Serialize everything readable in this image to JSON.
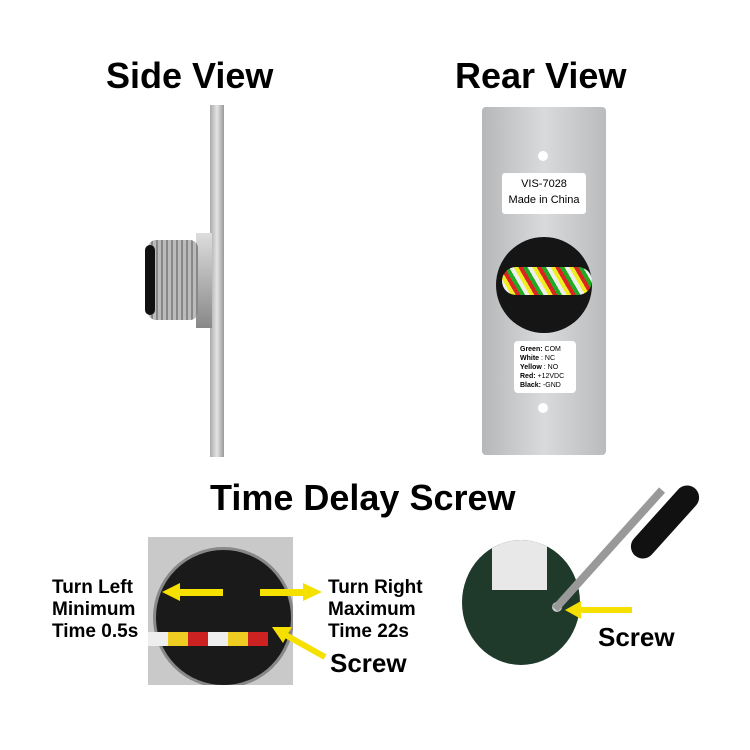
{
  "titles": {
    "side": "Side View",
    "rear": "Rear View",
    "delay": "Time Delay Screw"
  },
  "rear_label": {
    "model": "VIS-7028",
    "origin": "Made in China"
  },
  "wiring": [
    {
      "color": "Green:",
      "fn": "COM"
    },
    {
      "color": "White",
      "fn": ": NC"
    },
    {
      "color": "Yellow",
      "fn": ": NO"
    },
    {
      "color": "Red:",
      "fn": "+12VDC"
    },
    {
      "color": "Black:",
      "fn": "-GND"
    }
  ],
  "callouts": {
    "left": [
      "Turn Left",
      "Minimum",
      "Time 0.5s"
    ],
    "right": [
      "Turn Right",
      "Maximum",
      "Time 22s"
    ],
    "screw1": "Screw",
    "screw2": "Screw"
  },
  "colors": {
    "arrow": "#f5e000",
    "plate": "#c8cacc"
  }
}
